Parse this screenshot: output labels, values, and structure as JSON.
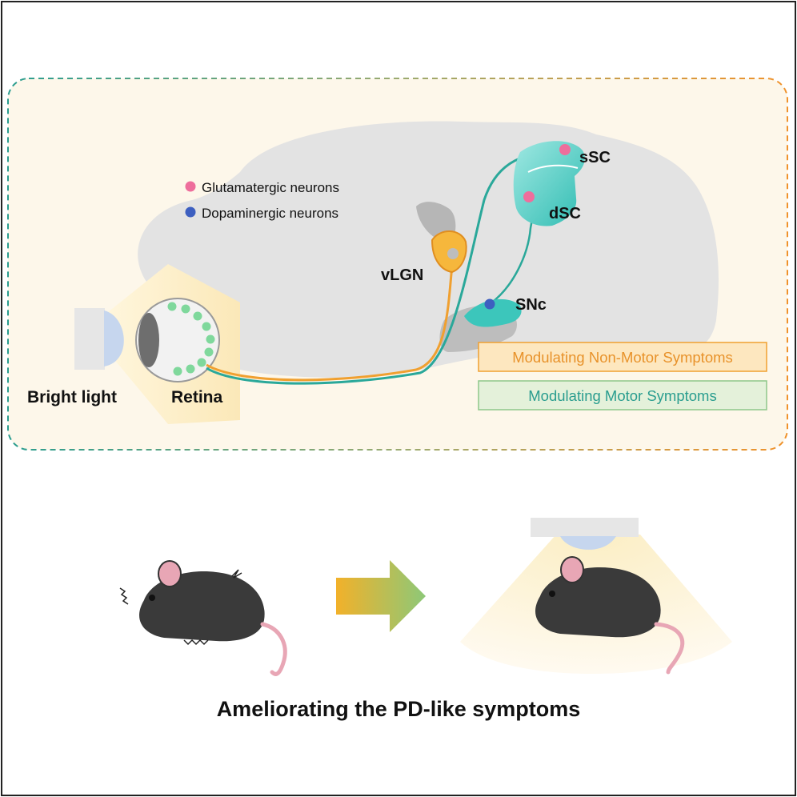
{
  "legend": {
    "glutamatergic": "Glutamatergic neurons",
    "dopaminergic": "Dopaminergic neurons"
  },
  "regions": {
    "sSC": "sSC",
    "dSC": "dSC",
    "vLGN": "vLGN",
    "SNc": "SNc",
    "retina": "Retina",
    "light": "Bright light"
  },
  "effects": {
    "non_motor": "Modulating Non-Motor Symptoms",
    "motor": "Modulating Motor Symptoms"
  },
  "conclusion": "Ameliorating the PD-like symptoms",
  "colors": {
    "glutamatergic": "#ee6e9c",
    "dopaminergic": "#3d5fc0",
    "teal": "#2aa89a",
    "orange": "#f0a030",
    "brain": "#e3e3e3",
    "panel_bg": "#fdf7ea"
  },
  "icons": [
    "light-source-icon",
    "eye-icon",
    "brain-icon",
    "mouse-icon",
    "arrow-icon"
  ]
}
